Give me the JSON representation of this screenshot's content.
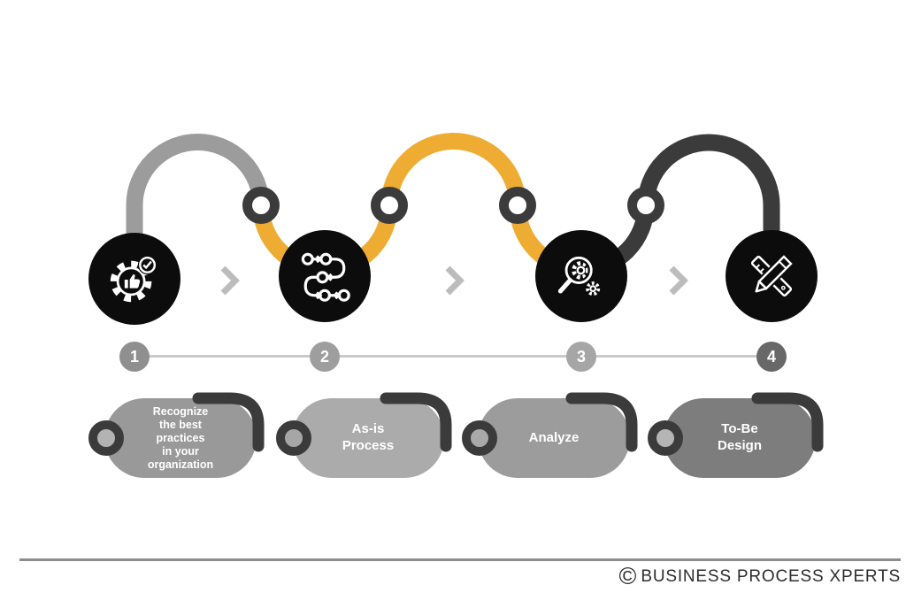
{
  "colors": {
    "accent": "#EFAC33",
    "path_gray": "#9c9c9c",
    "path_dark": "#3b3b3b",
    "node": "#0c0c0c",
    "chevron": "#bcbcbc",
    "timeline": "#c9c9c9",
    "footer_text": "#2d2d2d"
  },
  "process": {
    "steps": [
      {
        "number": "1",
        "label": "Recognize\nthe best\npractices\nin your\norganization",
        "icon": "gear-thumbs-up-icon",
        "pill_color": "#999999",
        "marker_color": "#8f8f8f",
        "ring_inner_color": "#b3b3b3"
      },
      {
        "number": "2",
        "label": "As-is\nProcess",
        "icon": "process-flow-icon",
        "pill_color": "#ababab",
        "marker_color": "#9e9e9e",
        "ring_inner_color": "#a6a6a6"
      },
      {
        "number": "3",
        "label": "Analyze",
        "icon": "magnifier-gears-icon",
        "pill_color": "#9c9c9c",
        "marker_color": "#a6a6a6",
        "ring_inner_color": "#a9a9a9"
      },
      {
        "number": "4",
        "label": "To-Be\nDesign",
        "icon": "ruler-pencil-icon",
        "pill_color": "#7d7d7d",
        "marker_color": "#686868",
        "ring_inner_color": "#b5b5b5"
      }
    ]
  },
  "footer": {
    "copyright_symbol": "©",
    "brand": "BUSINESS PROCESS XPERTS"
  }
}
